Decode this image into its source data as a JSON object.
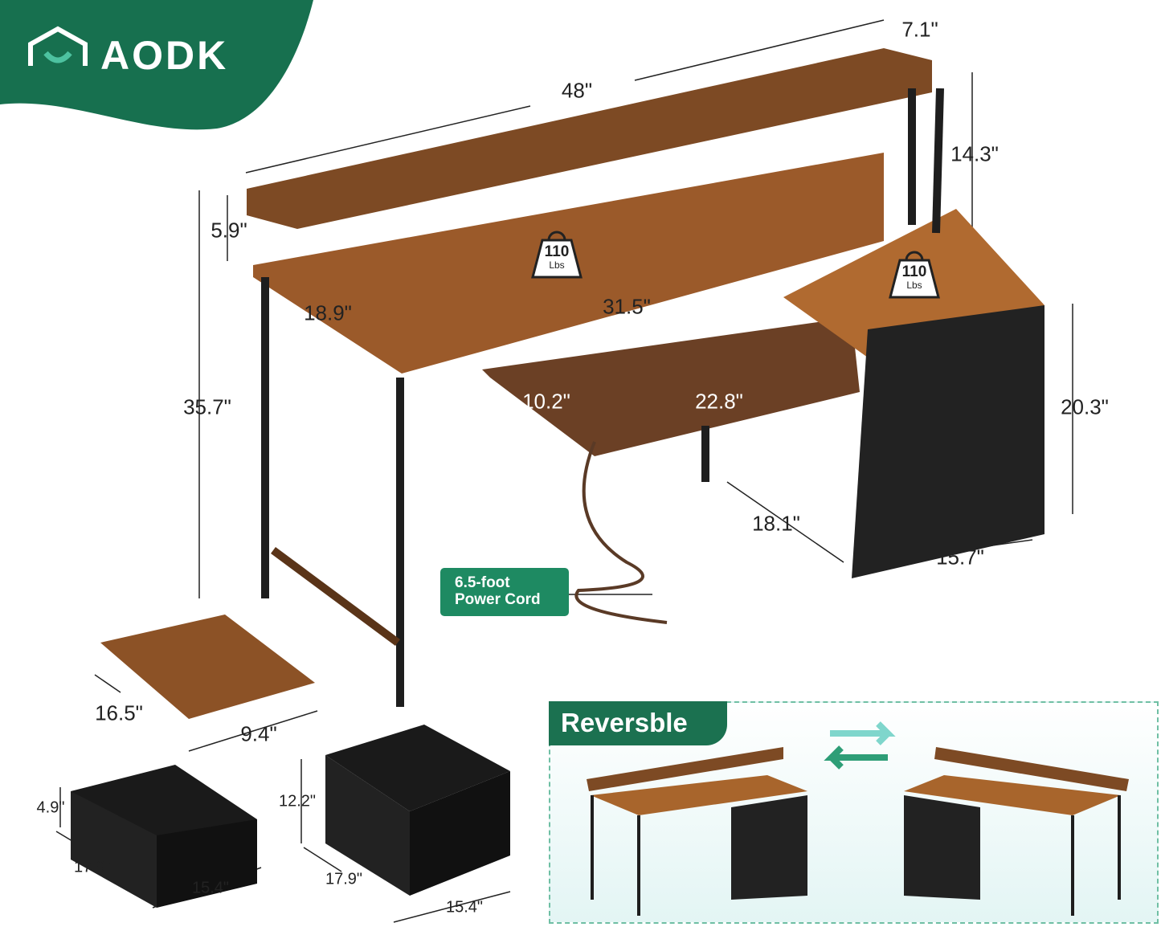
{
  "brand": {
    "logo_text": "AODK",
    "color": "#17704f"
  },
  "dimensions": {
    "hutch_depth": "7.1\"",
    "total_width": "48\"",
    "hutch_height": "14.3\"",
    "monitor_stand_height": "5.9\"",
    "desk_depth": "18.9\"",
    "desk_width": "31.5\"",
    "desk_height": "35.7\"",
    "tray_depth": "10.2\"",
    "tray_width": "22.8\"",
    "cabinet_height": "20.3\"",
    "cabinet_depth": "18.1\"",
    "cabinet_width": "15.7\"",
    "shelf_depth": "16.5\"",
    "shelf_width": "9.4\"",
    "small_drawer_height": "4.9\"",
    "small_drawer_depth": "17.9\"",
    "small_drawer_width": "15.4\"",
    "large_drawer_height": "12.2\"",
    "large_drawer_depth": "17.9\"",
    "large_drawer_width": "15.4\""
  },
  "load_badges": [
    {
      "value": "110",
      "unit": "Lbs"
    },
    {
      "value": "110",
      "unit": "Lbs"
    }
  ],
  "power_cord": {
    "line1": "6.5-foot",
    "line2": "Power Cord"
  },
  "reversible": {
    "label": "Reversble"
  },
  "colors": {
    "wood": "#8a4f24",
    "metal": "#1e1e1e",
    "accent": "#1e8a62",
    "arrow": "#4cc0ad"
  }
}
